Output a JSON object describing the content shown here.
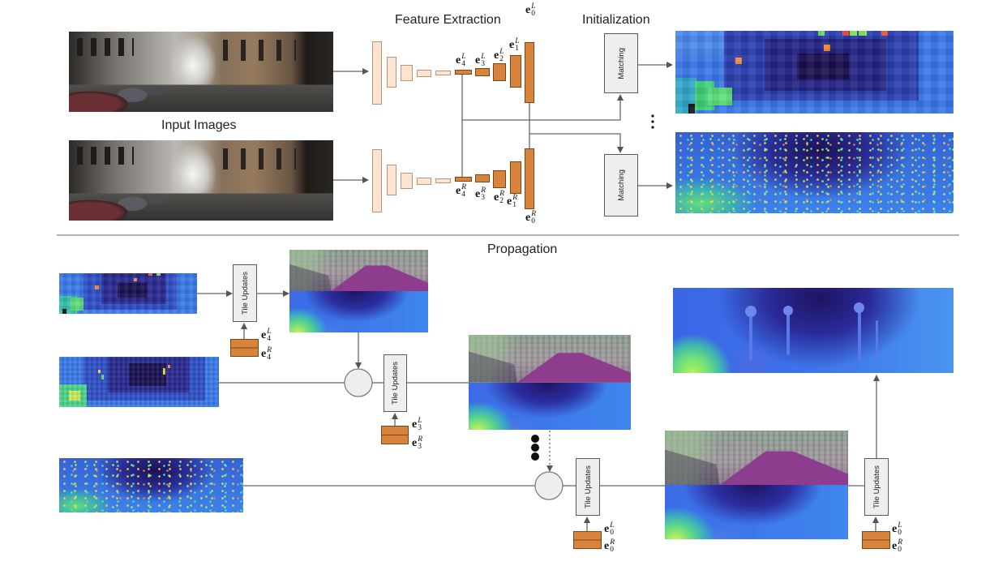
{
  "colors": {
    "pyramid_bar": "#fde4d1",
    "feature_bar": "#d9843c",
    "box_fill": "#eeeeee",
    "connector": "#666666"
  },
  "top": {
    "feature_extraction_title": "Feature Extraction",
    "initialization_title": "Initialization",
    "input_images_label": "Input Images",
    "matching_boxes": [
      "Matching",
      "Matching"
    ],
    "left_features": [
      {
        "base": "e",
        "sub": "4",
        "sup": "L"
      },
      {
        "base": "e",
        "sub": "3",
        "sup": "L"
      },
      {
        "base": "e",
        "sub": "2",
        "sup": "L"
      },
      {
        "base": "e",
        "sub": "1",
        "sup": "L"
      },
      {
        "base": "e",
        "sub": "0",
        "sup": "L"
      }
    ],
    "right_features": [
      {
        "base": "e",
        "sub": "4",
        "sup": "R"
      },
      {
        "base": "e",
        "sub": "3",
        "sup": "R"
      },
      {
        "base": "e",
        "sub": "2",
        "sup": "R"
      },
      {
        "base": "e",
        "sub": "1",
        "sup": "R"
      },
      {
        "base": "e",
        "sub": "0",
        "sup": "R"
      }
    ]
  },
  "propagation": {
    "title": "Propagation",
    "tile_updates": [
      "Tile Updates",
      "Tile Updates",
      "Tile Updates",
      "Tile Updates"
    ],
    "feature_pairs": [
      {
        "left": {
          "base": "e",
          "sub": "4",
          "sup": "L"
        },
        "right": {
          "base": "e",
          "sub": "4",
          "sup": "R"
        }
      },
      {
        "left": {
          "base": "e",
          "sub": "3",
          "sup": "L"
        },
        "right": {
          "base": "e",
          "sub": "3",
          "sup": "R"
        }
      },
      {
        "left": {
          "base": "e",
          "sub": "0",
          "sup": "L"
        },
        "right": {
          "base": "e",
          "sub": "0",
          "sup": "R"
        }
      },
      {
        "left": {
          "base": "e",
          "sub": "0",
          "sup": "L"
        },
        "right": {
          "base": "e",
          "sub": "0",
          "sup": "R"
        }
      }
    ]
  }
}
